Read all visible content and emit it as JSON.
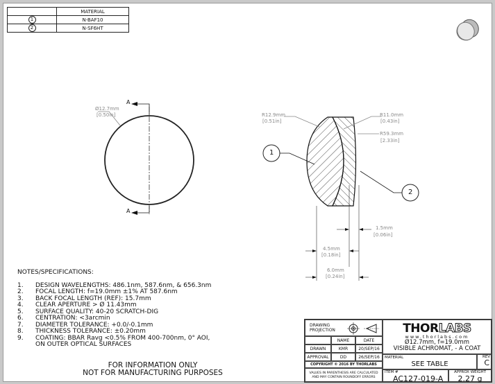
{
  "material_table": {
    "header": "MATERIAL",
    "rows": [
      {
        "balloon": "1",
        "material": "N-BAF10"
      },
      {
        "balloon": "2",
        "material": "N-SF6HT"
      }
    ]
  },
  "front_view": {
    "diameter_mm": "Ø12.7mm",
    "diameter_in": "[0.50in]",
    "section_label_top": "A",
    "section_label_bottom": "A"
  },
  "section_view": {
    "r1_mm": "R12.9mm",
    "r1_in": "[0.51in]",
    "r2_mm": "R11.0mm",
    "r2_in": "[0.43in]",
    "r3_mm": "R59.3mm",
    "r3_in": "[2.33in]",
    "balloon_1": "1",
    "balloon_2": "2",
    "t2_mm": "1.5mm",
    "t2_in": "[0.06in]",
    "t1_mm": "4.5mm",
    "t1_in": "[0.18in]",
    "total_mm": "6.0mm",
    "total_in": "[0.24in]"
  },
  "notes": {
    "title": "NOTES/SPECIFICATIONS:",
    "items": [
      {
        "num": "1.",
        "text": "DESIGN WAVELENGTHS: 486.1nm, 587.6nm, & 656.3nm"
      },
      {
        "num": "2.",
        "text": "FOCAL LENGTH: f=19.0mm ±1% AT 587.6nm"
      },
      {
        "num": "3.",
        "text": "BACK FOCAL LENGTH (REF): 15.7mm"
      },
      {
        "num": "4.",
        "text": "CLEAR APERTURE > Ø 11.43mm"
      },
      {
        "num": "5.",
        "text": "SURFACE QUALITY: 40-20 SCRATCH-DIG"
      },
      {
        "num": "6.",
        "text": "CENTRATION: <3arcmin"
      },
      {
        "num": "7.",
        "text": "DIAMETER TOLERANCE: +0.0/-0.1mm"
      },
      {
        "num": "8.",
        "text": "THICKNESS TOLERANCE: ±0.20mm"
      },
      {
        "num": "9.",
        "text": "COATING: BBAR Ravg <0.5% FROM 400-700nm, 0° AOI,"
      },
      {
        "num": "",
        "text": "ON OUTER OPTICAL SURFACES"
      }
    ]
  },
  "footer": {
    "line1": "FOR INFORMATION ONLY",
    "line2": "NOT FOR MANUFACTURING PURPOSES"
  },
  "title_block": {
    "projection_label_1": "DRAWING",
    "projection_label_2": "PROJECTION",
    "name_header": "NAME",
    "date_header": "DATE",
    "drawn_label": "DRAWN",
    "drawn_name": "KMR",
    "drawn_date": "20/SEP/16",
    "approval_label": "APPROVAL",
    "approval_name": "DD",
    "approval_date": "26/SEP/16",
    "copyright": "COPYRIGHT © 2016 BY THORLABS",
    "disclaimer_1": "VALUES IN PARENTHESIS ARE CALCULATED",
    "disclaimer_2": "AND MAY CONTAIN ROUNDOFF ERRORS",
    "logo_bold": "THOR",
    "logo_light": "LABS",
    "website": "www.thorlabs.com",
    "desc_1": "Ø12.7mm, f=19.0mm",
    "desc_2": "VISIBLE ACHROMAT, - A COAT",
    "material_label": "MATERIAL",
    "material_value": "SEE TABLE",
    "rev_label": "REV",
    "rev_value": "C",
    "item_label": "ITEM #",
    "item_value": "AC127-019-A",
    "weight_label": "APPROX WEIGHT",
    "weight_value": "2.27 g"
  }
}
